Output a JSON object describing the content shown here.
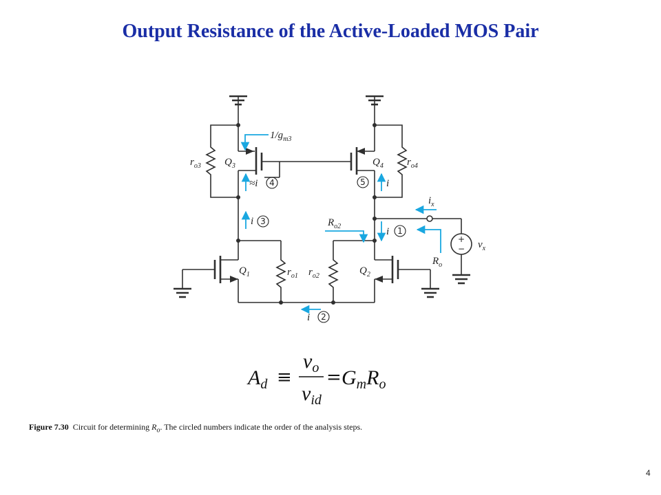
{
  "slide": {
    "title": "Output Resistance of the Active-Loaded MOS Pair",
    "page_number": "4"
  },
  "figure": {
    "caption_label": "Figure 7.30",
    "caption_text_1": "Circuit for determining ",
    "caption_symbol": "R",
    "caption_symbol_sub": "o",
    "caption_text_2": ". The circled numbers indicate the order of the analysis steps."
  },
  "circuit": {
    "transistors": {
      "q1": {
        "label": "Q",
        "sub": "1"
      },
      "q2": {
        "label": "Q",
        "sub": "2"
      },
      "q3": {
        "label": "Q",
        "sub": "3"
      },
      "q4": {
        "label": "Q",
        "sub": "4"
      }
    },
    "resistors": {
      "ro1": {
        "label": "r",
        "sub": "o1"
      },
      "ro2": {
        "label": "r",
        "sub": "o2"
      },
      "ro3": {
        "label": "r",
        "sub": "o3"
      },
      "ro4": {
        "label": "r",
        "sub": "o4"
      }
    },
    "annotations": {
      "gm3": {
        "prefix": "1/g",
        "sub": "m3"
      },
      "approx_i": "≈i",
      "i_label": "i",
      "ix": {
        "label": "i",
        "sub": "x"
      },
      "ro2_arrow": {
        "label": "R",
        "sub": "o2"
      },
      "ro_arrow": {
        "label": "R",
        "sub": "o"
      },
      "vx": {
        "label": "v",
        "sub": "x"
      },
      "plus": "+",
      "minus": "−"
    },
    "steps": [
      "1",
      "2",
      "3",
      "4",
      "5"
    ]
  },
  "equation": {
    "lhs": "A",
    "lhs_sub": "d",
    "equiv": "≡",
    "num": "v",
    "num_sub": "o",
    "den": "v",
    "den_sub": "id",
    "eq": "=",
    "gm": "G",
    "gm_sub": "m",
    "ro": "R",
    "ro_sub": "o"
  },
  "colors": {
    "title": "#1a2ea6",
    "annotation": "#19a7e0",
    "wire": "#2f2f2f"
  }
}
